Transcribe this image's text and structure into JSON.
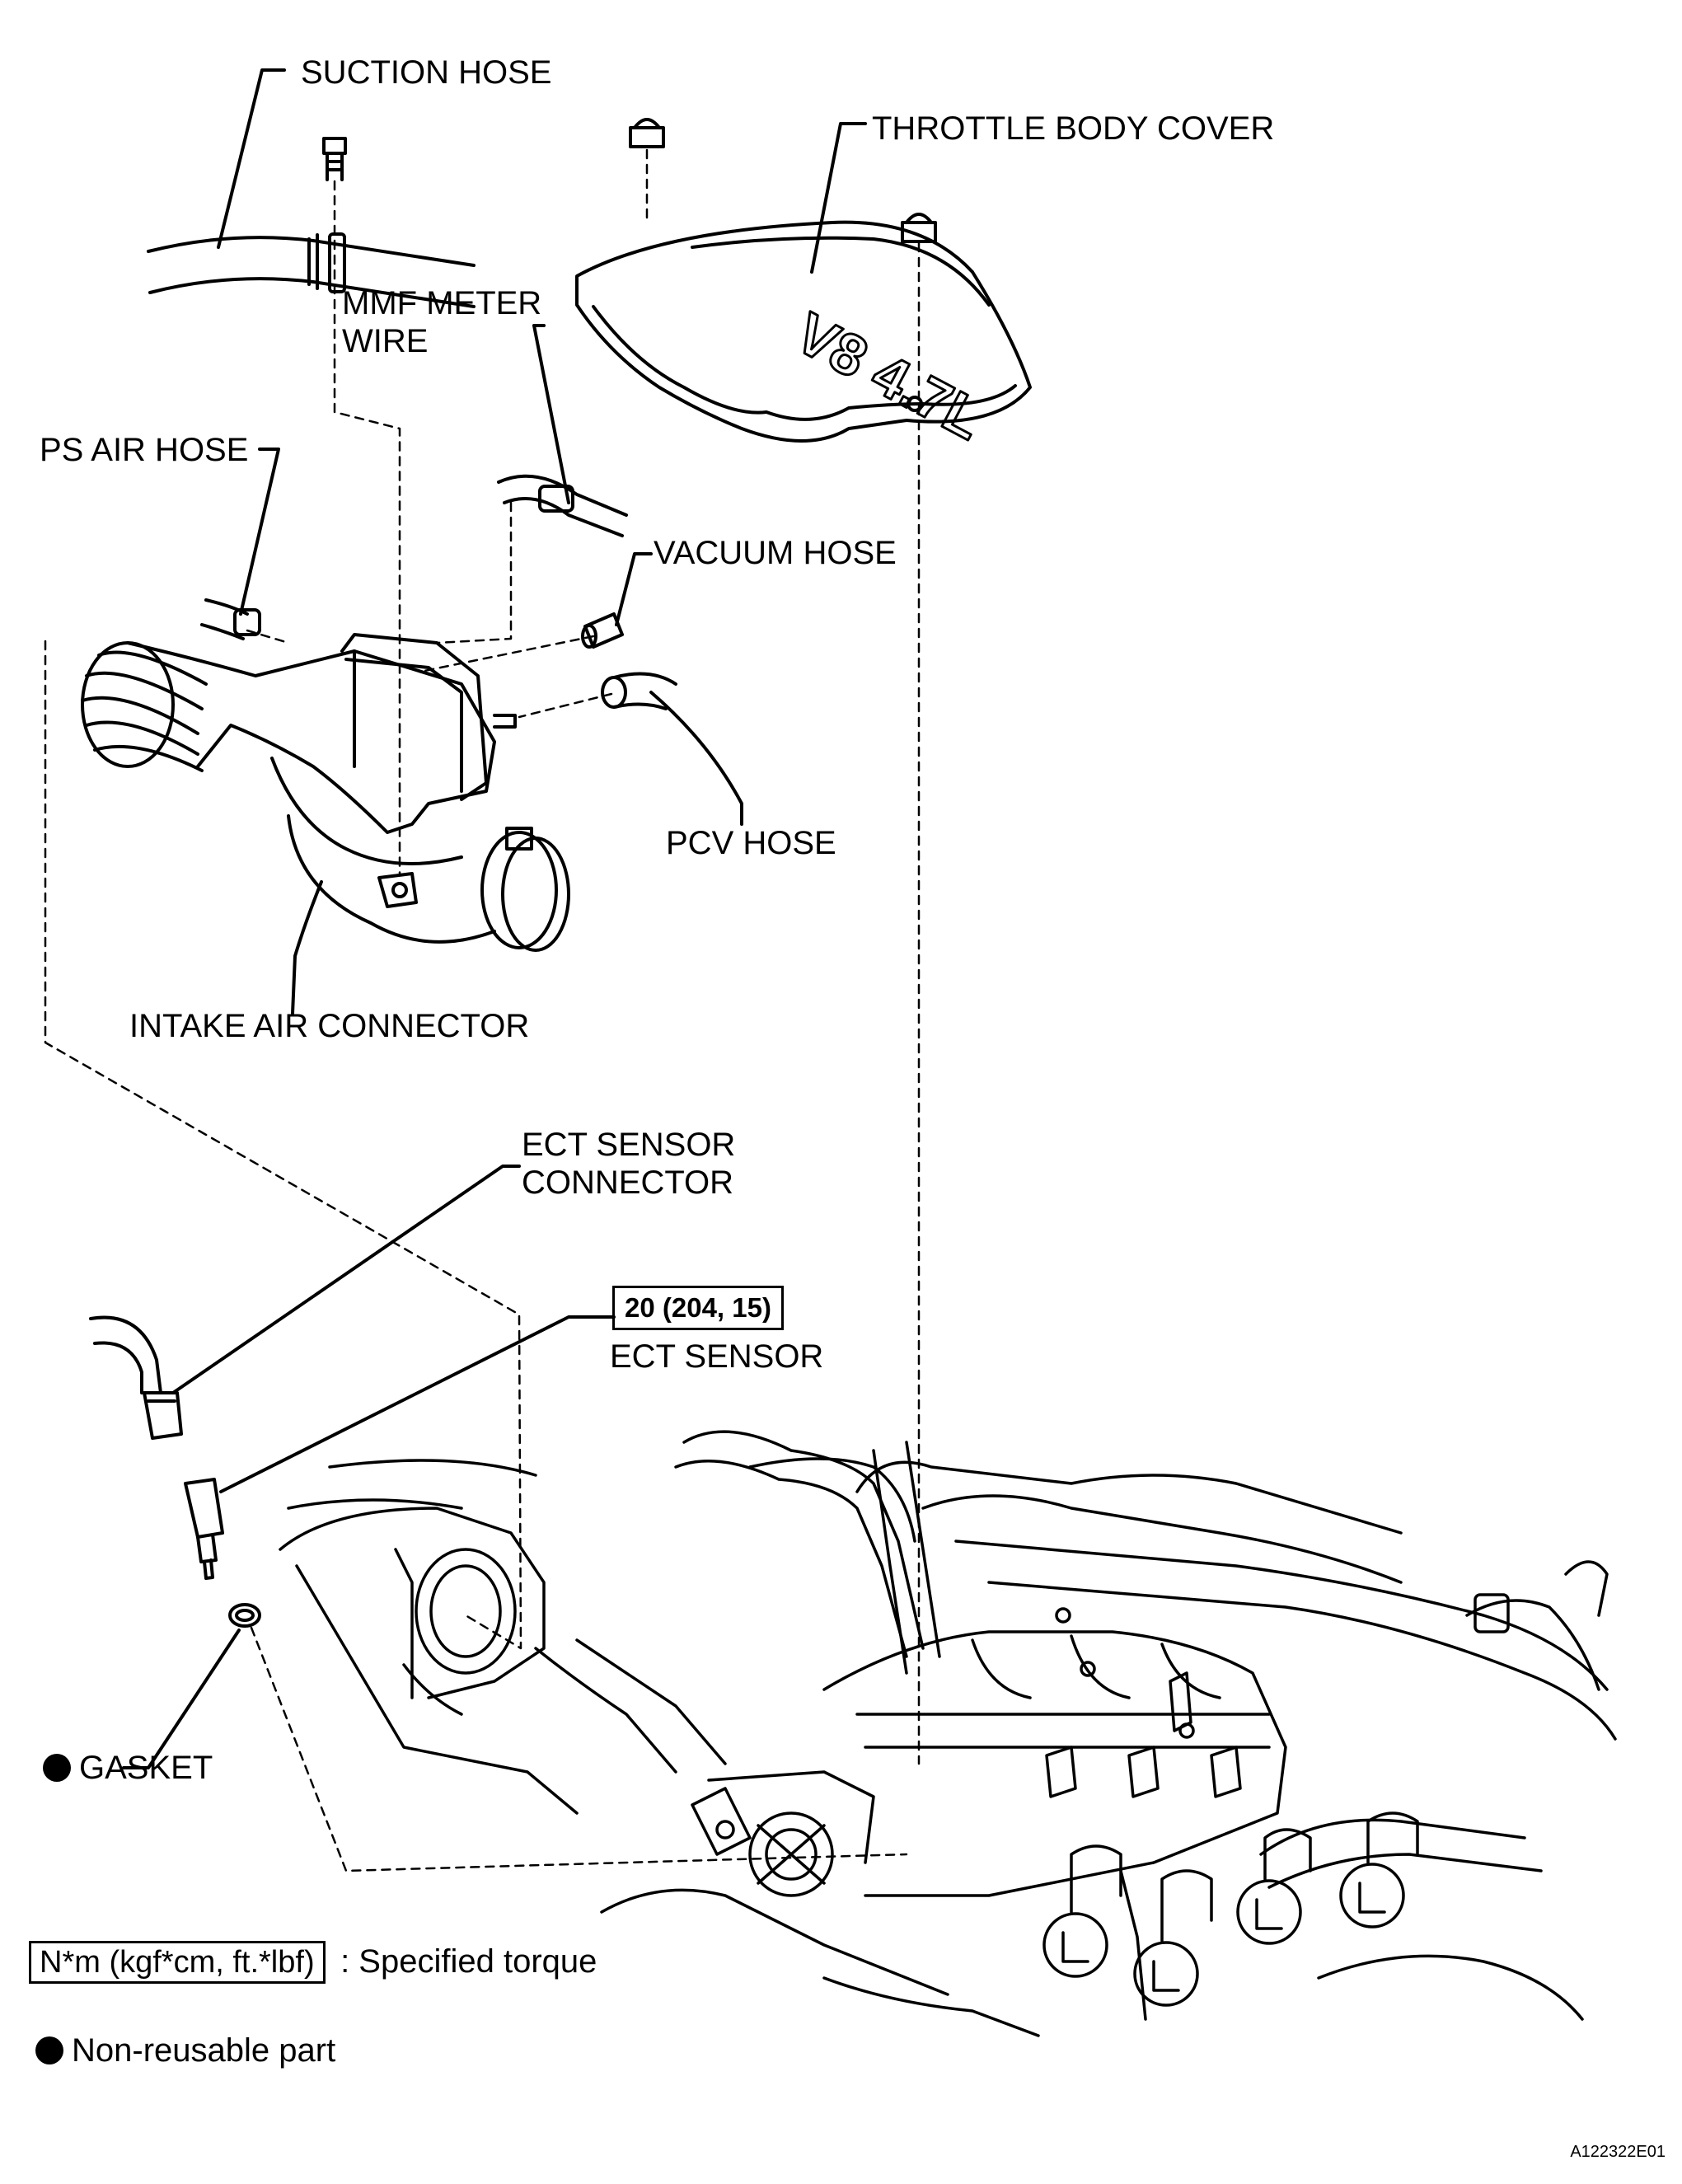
{
  "labels": {
    "suction_hose": "SUCTION HOSE",
    "throttle_body_cover": "THROTTLE BODY COVER",
    "mmf_meter_wire_line1": "MMF METER",
    "mmf_meter_wire_line2": "WIRE",
    "ps_air_hose": "PS AIR HOSE",
    "vacuum_hose": "VACUUM HOSE",
    "pcv_hose": "PCV HOSE",
    "intake_air_connector": "INTAKE AIR CONNECTOR",
    "ect_sensor_connector_line1": "ECT SENSOR",
    "ect_sensor_connector_line2": "CONNECTOR",
    "ect_sensor": "ECT SENSOR",
    "gasket": "GASKET"
  },
  "torque": {
    "ect_sensor": "20 (204, 15)"
  },
  "cover_badge": "V8 4.7L",
  "legend": {
    "torque_unit": "N*m (kgf*cm, ft.*lbf)",
    "torque_desc": ": Specified torque",
    "non_reusable": "Non-reusable part"
  },
  "figure_id": "A122322E01"
}
